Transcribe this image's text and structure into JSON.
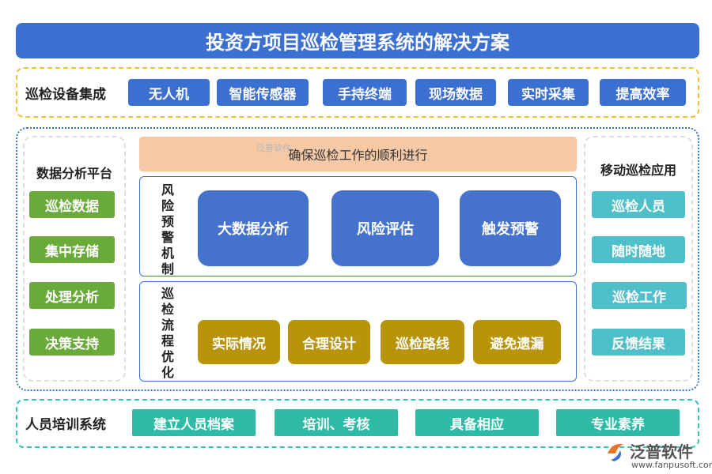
{
  "title": "投资方项目巡检管理系统的解决方案",
  "top_row": {
    "label": "巡检设备集成",
    "items": [
      "无人机",
      "智能传感器",
      "手持终端",
      "现场数据",
      "实时采集",
      "提高效率"
    ]
  },
  "left_panel": {
    "title": "数据分析平台",
    "items": [
      "巡检数据",
      "集中存储",
      "处理分析",
      "决策支持"
    ]
  },
  "right_panel": {
    "title": "移动巡检应用",
    "items": [
      "巡检人员",
      "随时随地",
      "巡检工作",
      "反馈结果"
    ]
  },
  "center": {
    "banner": "确保巡检工作的顺利进行",
    "risk": {
      "label": "风险预警机制",
      "items": [
        "大数据分析",
        "风险评估",
        "触发预警"
      ]
    },
    "process": {
      "label": "巡检流程优化",
      "items": [
        "实际情况",
        "合理设计",
        "巡检路线",
        "避免遗漏"
      ]
    }
  },
  "bottom_row": {
    "label": "人员培训系统",
    "items": [
      "建立人员档案",
      "培训、考核",
      "具备相应",
      "专业素养"
    ]
  },
  "watermark": "泛普软件",
  "logo": {
    "name": "泛普软件",
    "url": "www.fanpusoft.com",
    "icon": "fanpu-logo-icon"
  },
  "colors": {
    "title_bg": "#3b6fd0",
    "top_border": "#f2c130",
    "bottom_border": "#3cc2b5",
    "left_chip": "#6aaa3a",
    "right_chip": "#4fc0c9",
    "bottom_chip": "#2dbba6",
    "process_chip": "#b9930a",
    "risk_chip": "#4472cc",
    "banner_bg": "#f5c9a6"
  }
}
